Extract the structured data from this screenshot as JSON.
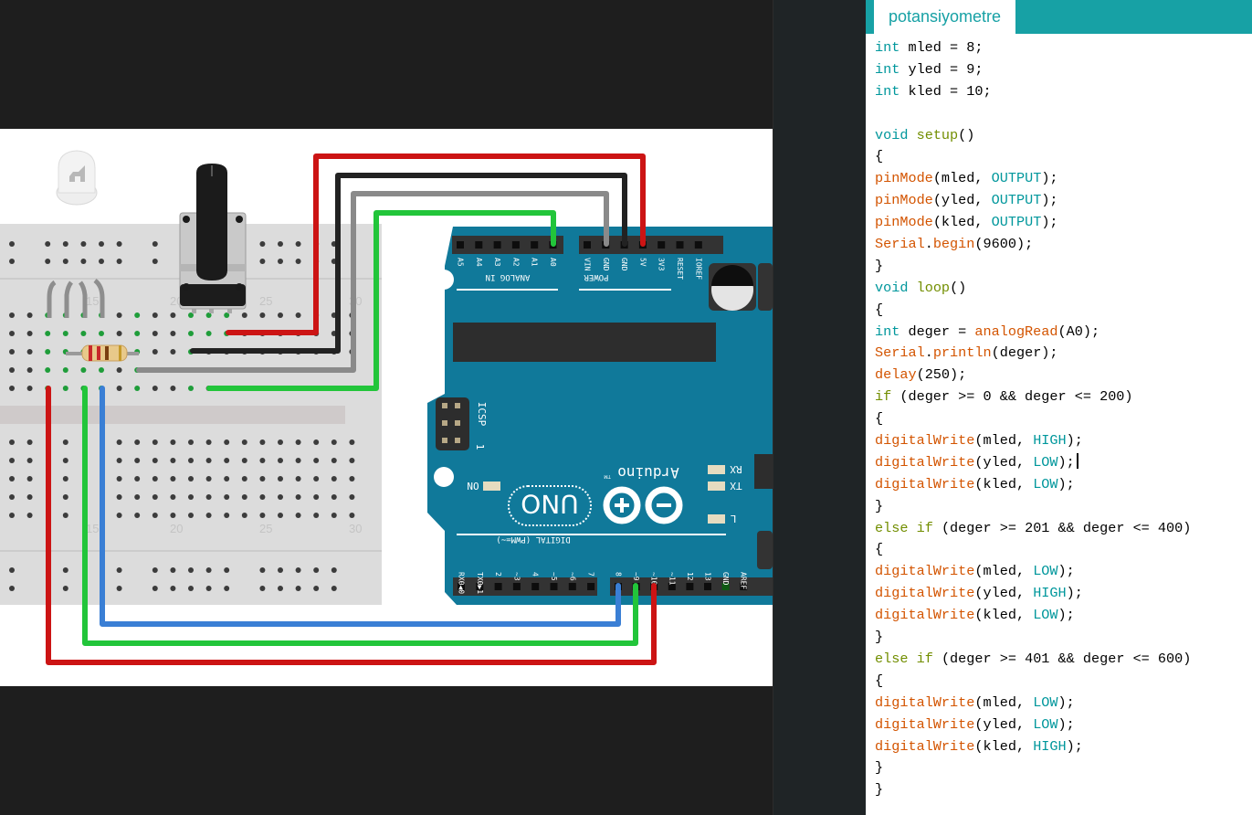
{
  "ide": {
    "tab_label": "potansiyometre",
    "colors": {
      "tab_bar": "#17a1a5",
      "keyword": "#00979c",
      "control": "#728e00",
      "function": "#d35400",
      "text": "#000000"
    },
    "code_lines": [
      [
        {
          "t": "int",
          "c": "kw"
        },
        {
          "t": " mled = 8;"
        }
      ],
      [
        {
          "t": "int",
          "c": "kw"
        },
        {
          "t": " yled = 9;"
        }
      ],
      [
        {
          "t": "int",
          "c": "kw"
        },
        {
          "t": " kled = 10;"
        }
      ],
      [],
      [
        {
          "t": "void",
          "c": "kw"
        },
        {
          "t": " "
        },
        {
          "t": "setup",
          "c": "ctl"
        },
        {
          "t": "()"
        }
      ],
      [
        {
          "t": "{"
        }
      ],
      [
        {
          "t": "pinMode",
          "c": "fn"
        },
        {
          "t": "(mled, "
        },
        {
          "t": "OUTPUT",
          "c": "cst"
        },
        {
          "t": ");"
        }
      ],
      [
        {
          "t": "pinMode",
          "c": "fn"
        },
        {
          "t": "(yled, "
        },
        {
          "t": "OUTPUT",
          "c": "cst"
        },
        {
          "t": ");"
        }
      ],
      [
        {
          "t": "pinMode",
          "c": "fn"
        },
        {
          "t": "(kled, "
        },
        {
          "t": "OUTPUT",
          "c": "cst"
        },
        {
          "t": ");"
        }
      ],
      [
        {
          "t": "Serial",
          "c": "fn"
        },
        {
          "t": "."
        },
        {
          "t": "begin",
          "c": "fn"
        },
        {
          "t": "(9600);"
        }
      ],
      [
        {
          "t": "}"
        }
      ],
      [
        {
          "t": "void",
          "c": "kw"
        },
        {
          "t": " "
        },
        {
          "t": "loop",
          "c": "ctl"
        },
        {
          "t": "()"
        }
      ],
      [
        {
          "t": "{"
        }
      ],
      [
        {
          "t": "int",
          "c": "kw"
        },
        {
          "t": " deger = "
        },
        {
          "t": "analogRead",
          "c": "fn"
        },
        {
          "t": "(A0);"
        }
      ],
      [
        {
          "t": "Serial",
          "c": "fn"
        },
        {
          "t": "."
        },
        {
          "t": "println",
          "c": "fn"
        },
        {
          "t": "(deger);"
        }
      ],
      [
        {
          "t": "delay",
          "c": "fn"
        },
        {
          "t": "(250);"
        }
      ],
      [
        {
          "t": "if",
          "c": "ctl"
        },
        {
          "t": " (deger >= 0 && deger <= 200)"
        }
      ],
      [
        {
          "t": "{"
        }
      ],
      [
        {
          "t": "digitalWrite",
          "c": "fn"
        },
        {
          "t": "(mled, "
        },
        {
          "t": "HIGH",
          "c": "cst"
        },
        {
          "t": ");"
        }
      ],
      [
        {
          "t": "digitalWrite",
          "c": "fn"
        },
        {
          "t": "(yled, "
        },
        {
          "t": "LOW",
          "c": "cst"
        },
        {
          "t": ");"
        },
        {
          "cursor": true
        }
      ],
      [
        {
          "t": "digitalWrite",
          "c": "fn"
        },
        {
          "t": "(kled, "
        },
        {
          "t": "LOW",
          "c": "cst"
        },
        {
          "t": ");"
        }
      ],
      [
        {
          "t": "}"
        }
      ],
      [
        {
          "t": "else",
          "c": "ctl"
        },
        {
          "t": " "
        },
        {
          "t": "if",
          "c": "ctl"
        },
        {
          "t": " (deger >= 201 && deger <= 400)"
        }
      ],
      [
        {
          "t": "{"
        }
      ],
      [
        {
          "t": "digitalWrite",
          "c": "fn"
        },
        {
          "t": "(mled, "
        },
        {
          "t": "LOW",
          "c": "cst"
        },
        {
          "t": ");"
        }
      ],
      [
        {
          "t": "digitalWrite",
          "c": "fn"
        },
        {
          "t": "(yled, "
        },
        {
          "t": "HIGH",
          "c": "cst"
        },
        {
          "t": ");"
        }
      ],
      [
        {
          "t": "digitalWrite",
          "c": "fn"
        },
        {
          "t": "(kled, "
        },
        {
          "t": "LOW",
          "c": "cst"
        },
        {
          "t": ");"
        }
      ],
      [
        {
          "t": "}"
        }
      ],
      [
        {
          "t": "else",
          "c": "ctl"
        },
        {
          "t": " "
        },
        {
          "t": "if",
          "c": "ctl"
        },
        {
          "t": " (deger >= 401 && deger <= 600)"
        }
      ],
      [
        {
          "t": "{"
        }
      ],
      [
        {
          "t": "digitalWrite",
          "c": "fn"
        },
        {
          "t": "(mled, "
        },
        {
          "t": "LOW",
          "c": "cst"
        },
        {
          "t": ");"
        }
      ],
      [
        {
          "t": "digitalWrite",
          "c": "fn"
        },
        {
          "t": "(yled, "
        },
        {
          "t": "LOW",
          "c": "cst"
        },
        {
          "t": ");"
        }
      ],
      [
        {
          "t": "digitalWrite",
          "c": "fn"
        },
        {
          "t": "(kled, "
        },
        {
          "t": "HIGH",
          "c": "cst"
        },
        {
          "t": ");"
        }
      ],
      [
        {
          "t": "}"
        }
      ],
      [
        {
          "t": "}"
        }
      ]
    ]
  },
  "circuit": {
    "breadboard": {
      "column_numbers": [
        "15",
        "20",
        "25",
        "30"
      ],
      "color": "#dcdcdc"
    },
    "arduino": {
      "board_color": "#10799a",
      "model_label": "UNO",
      "brand_label": "Arduino",
      "tm_label": "TM",
      "analog_header_label": "ANALOG IN",
      "analog_pins": [
        "A5",
        "A4",
        "A3",
        "A2",
        "A1",
        "A0"
      ],
      "power_header_label": "POWER",
      "power_pins": [
        "VIN",
        "GND",
        "GND",
        "5V",
        "3V3",
        "RESET",
        "IOREF"
      ],
      "digital_header_label": "DIGITAL (PWM=~)",
      "digital_pins": [
        "RX0◀0",
        "TX0▶1",
        "2",
        "~3",
        "4",
        "~5",
        "~6",
        "7",
        "8",
        "~9",
        "~10",
        "~11",
        "12",
        "13",
        "GND",
        "AREF"
      ],
      "icsp_label": "ICSP",
      "icsp_index": "1",
      "on_label": "ON",
      "led_labels": [
        "RX",
        "TX",
        "L"
      ]
    },
    "wires": [
      {
        "name": "5v-red",
        "color": "#cc1414",
        "from": "potentiometer",
        "to": "5V"
      },
      {
        "name": "gnd-black",
        "color": "#222222",
        "from": "potentiometer",
        "to": "GND"
      },
      {
        "name": "gnd-gray",
        "color": "#8a8a8a",
        "from": "led-cathode",
        "to": "GND"
      },
      {
        "name": "a0-green",
        "color": "#22c53a",
        "from": "potentiometer-wiper",
        "to": "A0"
      },
      {
        "name": "pin8-blue",
        "color": "#3a7fd5",
        "from": "led-blue",
        "to": "8"
      },
      {
        "name": "pin9-green",
        "color": "#22c53a",
        "from": "led-green",
        "to": "~9"
      },
      {
        "name": "pin10-red",
        "color": "#cc1414",
        "from": "led-red",
        "to": "~10"
      }
    ]
  }
}
